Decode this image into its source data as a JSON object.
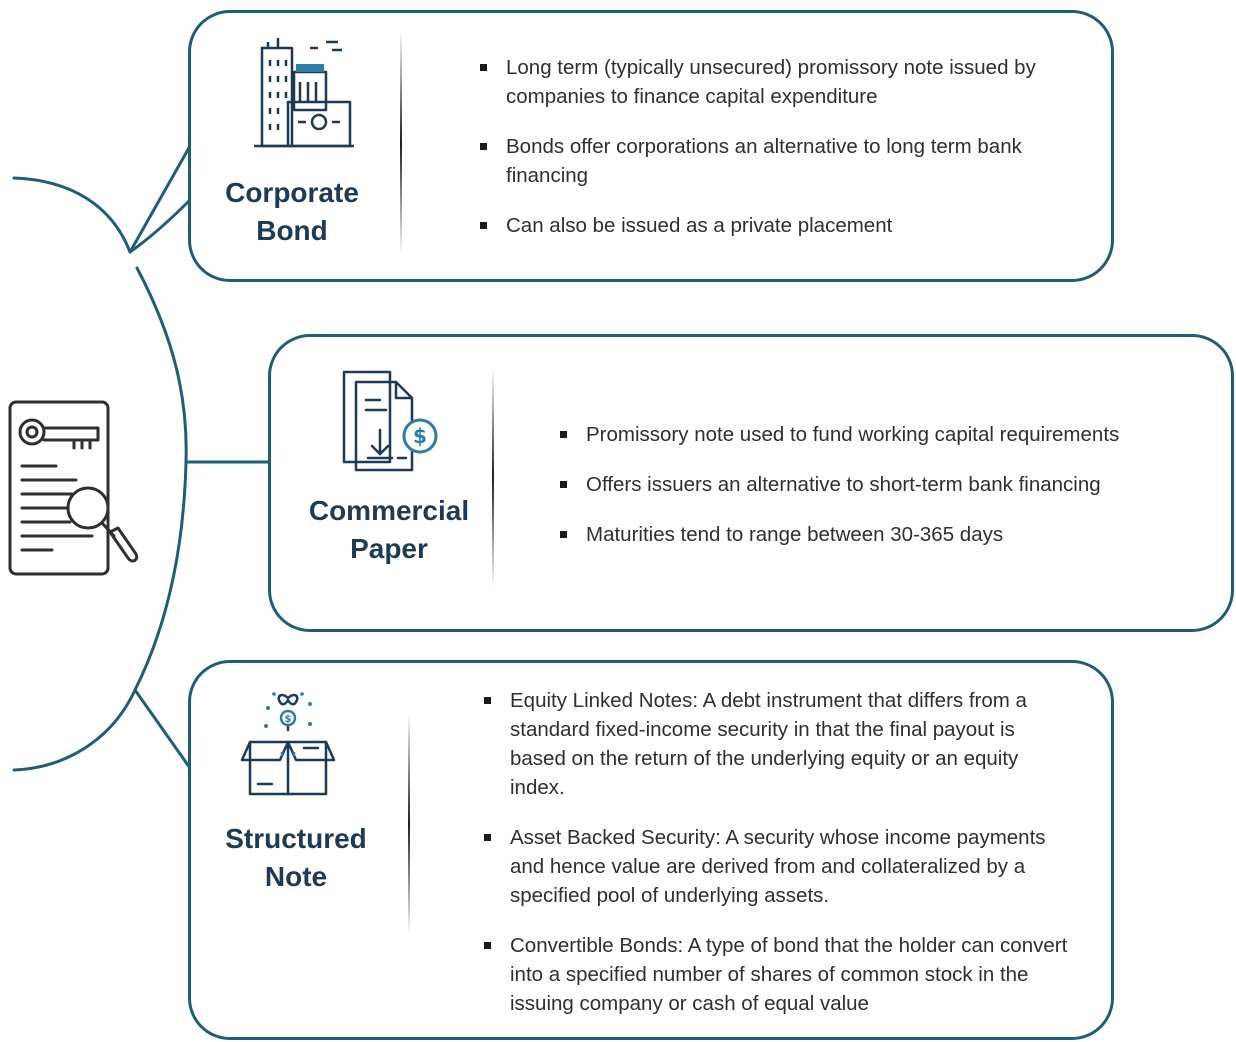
{
  "colors": {
    "border": "#1f5e78",
    "title": "#1d3a57",
    "icon_primary": "#1d3a57",
    "icon_accent": "#2a7da8",
    "text": "#2f2f2f"
  },
  "center_icon": {
    "name": "document-key-magnifier-icon"
  },
  "cards": [
    {
      "title": "Corporate\nBond",
      "icon": "office-buildings-icon",
      "bullets": [
        "Long term (typically unsecured) promissory note issued by companies to finance capital expenditure",
        "Bonds offer corporations an alternative to long term bank financing",
        "Can also be issued as a private placement"
      ]
    },
    {
      "title": "Commercial\nPaper",
      "icon": "documents-dollar-icon",
      "bullets": [
        "Promissory note used to fund working capital requirements",
        "Offers issuers an alternative to short-term bank financing",
        "Maturities tend to range between 30-365 days"
      ]
    },
    {
      "title": "Structured\nNote",
      "icon": "box-growth-icon",
      "bullets": [
        "Equity Linked Notes: A debt instrument that differs from a standard fixed-income security in that the final payout is based on the return of the underlying equity or an equity index.",
        "Asset Backed Security: A security whose income payments and hence value are derived from and collateralized by a specified pool of underlying assets.",
        "Convertible Bonds: A type of bond that the holder can convert into a specified number of shares of common stock in the issuing company or cash of equal value"
      ]
    }
  ]
}
